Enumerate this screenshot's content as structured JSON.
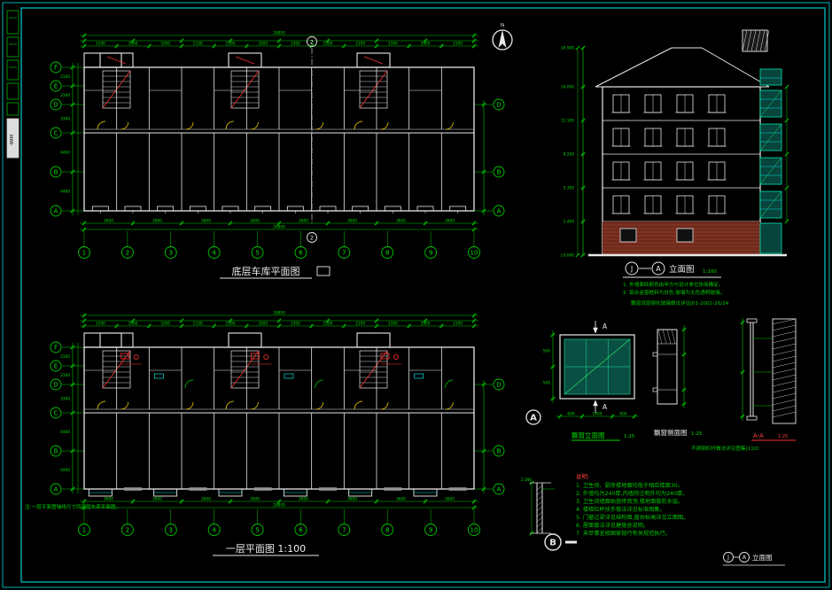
{
  "sheet": {
    "frame_color": "#00b0b0",
    "bg": "#000000"
  },
  "left_strip": {
    "label": "4MM"
  },
  "north_label": "N",
  "plan1": {
    "title": "底层车库平面图",
    "grid_cols": [
      "1",
      "2",
      "3",
      "4",
      "5",
      "6",
      "7",
      "8",
      "9",
      "10"
    ],
    "grid_rows": [
      "F",
      "E",
      "D",
      "C",
      "B",
      "A"
    ],
    "right_rows": [
      "D",
      "B",
      "A"
    ],
    "section_mark": "2",
    "top_dims": [
      "2100",
      "3300",
      "3300",
      "2100",
      "1500",
      "3300",
      "3300",
      "1500",
      "2100",
      "3300",
      "3300",
      "2100"
    ],
    "top_total": "28800",
    "bottom_dims": [
      "3600",
      "3600",
      "3600",
      "3600",
      "3600",
      "3600",
      "3600",
      "3600"
    ],
    "bottom_total": "28800",
    "left_dims": [
      "2100",
      "2100",
      "3300",
      "4400",
      "4400"
    ]
  },
  "plan2": {
    "title": "一层平面图 1:100",
    "grid_cols": [
      "1",
      "2",
      "3",
      "4",
      "5",
      "6",
      "7",
      "8",
      "9",
      "10"
    ],
    "grid_rows": [
      "F",
      "E",
      "D",
      "C",
      "B",
      "A"
    ],
    "right_rows": [
      "D",
      "B",
      "A"
    ],
    "top_dims": [
      "2100",
      "3300",
      "3300",
      "2100",
      "1500",
      "3300",
      "3300",
      "1500",
      "2100",
      "3300",
      "3300",
      "2100"
    ],
    "top_total": "28800",
    "bottom_dims": [
      "3600",
      "3600",
      "3600",
      "3600",
      "3600",
      "3600",
      "3600",
      "3600"
    ],
    "bottom_total": "28800",
    "left_dims": [
      "2100",
      "2100",
      "3300",
      "4400",
      "4400"
    ]
  },
  "elevation": {
    "title": "立面图",
    "scale": "1:100",
    "grid_left": "J",
    "grid_right": "A",
    "levels": [
      "16.900",
      "14.000",
      "11.100",
      "8.200",
      "5.300",
      "2.400",
      "±0.000"
    ],
    "notes": [
      "1. 外墙面砖颜色由甲方与设计单位协商确定。",
      "2. 铝合金窗框料为白色,玻璃为无色透明玻璃。"
    ]
  },
  "water_tank_note": "飘窗双层钢化玻璃做法详见J01-2002-26/24",
  "bay_elevation": {
    "title": "飘窗立面图",
    "scale": "1:25",
    "marker": "A",
    "dims_bottom": [
      "600",
      "1400",
      "600"
    ],
    "dims_left": [
      "500",
      "500"
    ]
  },
  "bay_side": {
    "title": "飘窗侧面图",
    "scale": "1:25"
  },
  "section": {
    "title": "A-A",
    "scale": "1:25"
  },
  "railing_note": "不锈钢栏杆做法详见图集(110)",
  "detail_b": {
    "label": "B",
    "level": "2.380"
  },
  "bottom_right_title": {
    "grid_left": "J",
    "grid_right": "A",
    "text": "立面图"
  },
  "notes_block": {
    "lead": "说明:",
    "lines": [
      "1. 卫生间、厨房楼地面均低于相应楼面30。",
      "2. 外墙均为240厚,内墙除注明外均为240厚。",
      "3. 卫生间墙面贴瓷砖到顶,楼地面做防水层。",
      "4. 楼梯栏杆扶手做法详见标准图集。",
      "5. 门窗过梁详见结构图,窗台标高详见立面图。",
      "6. 屋面做法详见建施总说明。",
      "7. 未尽事宜按国家现行有关规范执行。"
    ]
  },
  "side_note": "注:一层平面图轴线尺寸同底层车库平面图。"
}
